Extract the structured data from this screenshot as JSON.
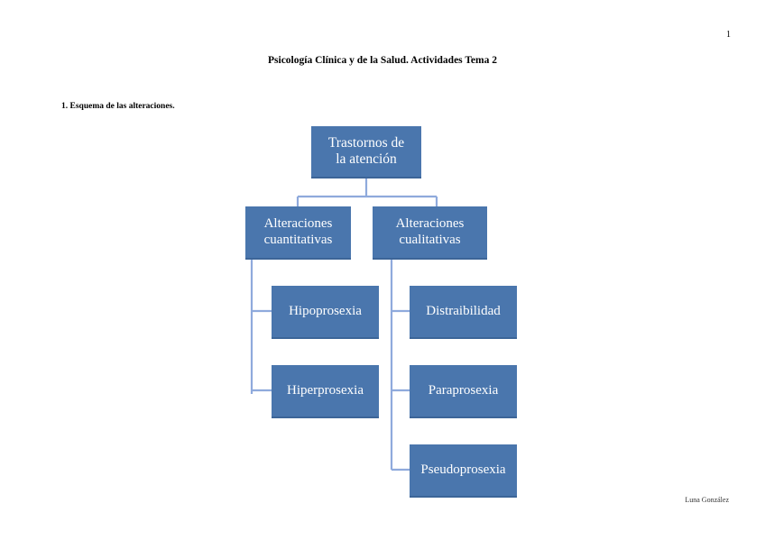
{
  "document": {
    "page_number": "1",
    "title": "Psicología Clínica y de la Salud. Actividades Tema 2",
    "section_heading": "1. Esquema de las alteraciones.",
    "footer_signature": "Luna González"
  },
  "colors": {
    "node_fill": "#4a76ad",
    "node_edge": "#3c6598",
    "connector": "#8faadc",
    "node_text": "#ffffff",
    "page_background": "#ffffff",
    "body_text": "#000000"
  },
  "diagram": {
    "type": "hierarchy",
    "root": {
      "id": "trastornos-de-la-atencion",
      "label": "Trastornos de\nla atención"
    },
    "branches": [
      {
        "id": "alteraciones-cuantitativas",
        "label": "Alteraciones\ncuantitativas",
        "children": [
          {
            "id": "hipoprosexia",
            "label": "Hipoprosexia"
          },
          {
            "id": "hiperprosexia",
            "label": "Hiperprosexia"
          }
        ]
      },
      {
        "id": "alteraciones-cualitativas",
        "label": "Alteraciones\ncualitativas",
        "children": [
          {
            "id": "distraibilidad",
            "label": "Distraibilidad"
          },
          {
            "id": "paraprosexia",
            "label": "Paraprosexia"
          },
          {
            "id": "pseudoprosexia",
            "label": "Pseudoprosexia"
          }
        ]
      }
    ]
  }
}
